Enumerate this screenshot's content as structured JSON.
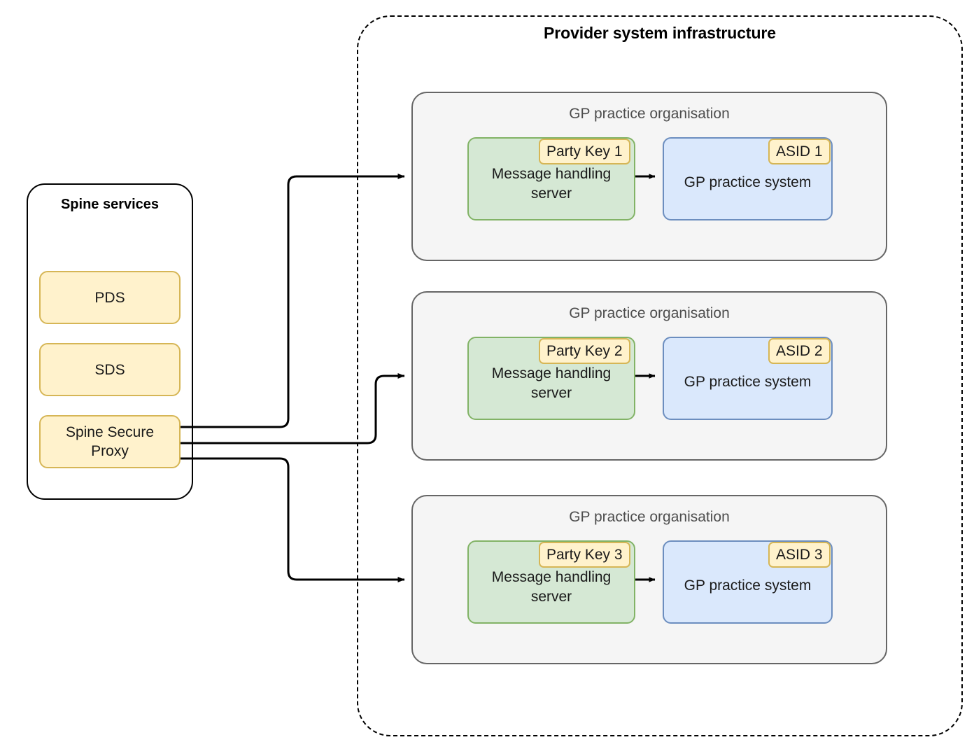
{
  "provider": {
    "title": "Provider system infrastructure"
  },
  "spine": {
    "title": "Spine services",
    "services": [
      {
        "label": "PDS"
      },
      {
        "label": "SDS"
      },
      {
        "label": "Spine Secure\nProxy"
      }
    ]
  },
  "organisations": [
    {
      "group_label": "GP practice organisation",
      "message_handling_server": "Message handling server",
      "party_key": "Party Key 1",
      "practice_system": "GP practice system",
      "asid": "ASID 1"
    },
    {
      "group_label": "GP practice organisation",
      "message_handling_server": "Message handling server",
      "party_key": "Party Key 2",
      "practice_system": "GP practice system",
      "asid": "ASID 2"
    },
    {
      "group_label": "GP practice organisation",
      "message_handling_server": "Message handling server",
      "party_key": "Party Key 3",
      "practice_system": "GP practice system",
      "asid": "ASID 3"
    }
  ],
  "colors": {
    "yellow_fill": "#fff2cc",
    "yellow_stroke": "#d6b656",
    "green_fill": "#d5e8d4",
    "green_stroke": "#82b366",
    "blue_fill": "#dae8fc",
    "blue_stroke": "#6c8ebf",
    "group_fill": "#f5f5f5",
    "group_stroke": "#666666",
    "boundary_stroke": "#000000",
    "connector_stroke": "#000000"
  }
}
